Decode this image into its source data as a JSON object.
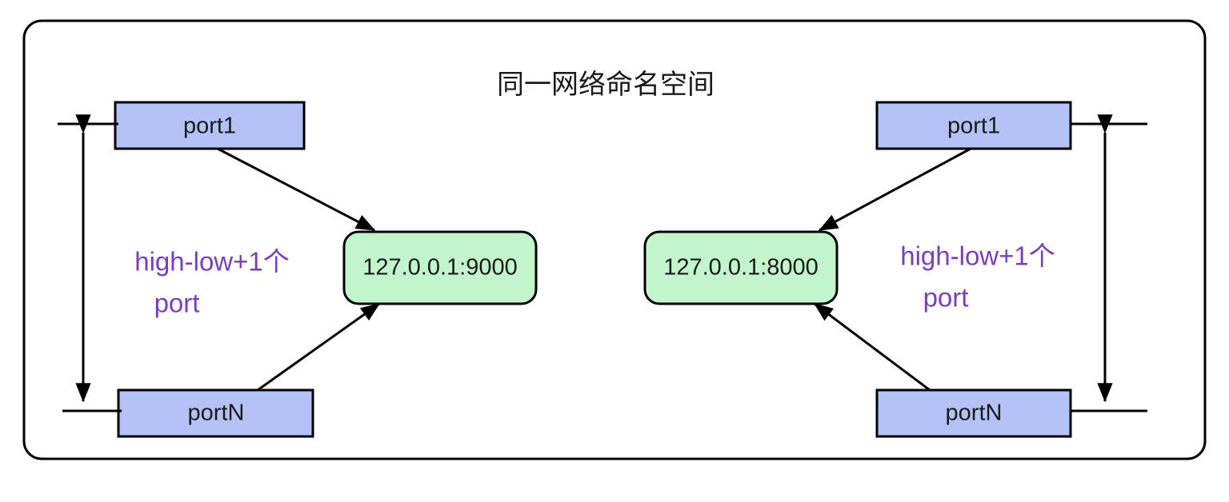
{
  "diagram": {
    "title": "同一网络命名空间",
    "frame": {
      "border_color": "#000000",
      "background": "#ffffff"
    },
    "colors": {
      "port_box_fill": "#b5c2f8",
      "address_box_fill": "#c2f5cc",
      "annotation_text": "#7a3fb8",
      "stroke": "#000000",
      "text": "#1a1a1a"
    },
    "left_group": {
      "port_first_label": "port1",
      "port_last_label": "portN",
      "address_label": "127.0.0.1:9000",
      "annotation_line1": "high-low+1个",
      "annotation_line2": "port"
    },
    "right_group": {
      "port_first_label": "port1",
      "port_last_label": "portN",
      "address_label": "127.0.0.1:8000",
      "annotation_line1": "high-low+1个",
      "annotation_line2": "port"
    }
  }
}
